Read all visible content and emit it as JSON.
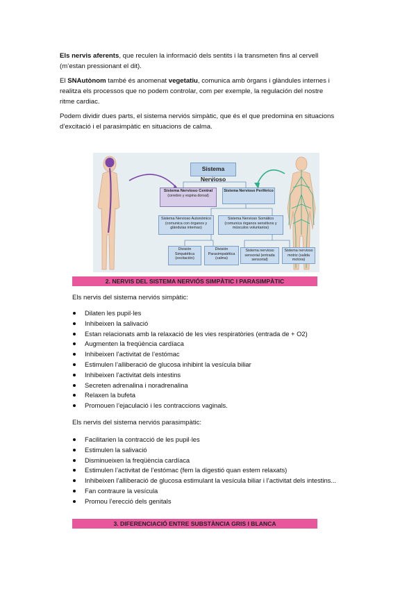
{
  "paragraphs": {
    "aferents_bold": "Els nervis aferents",
    "aferents_rest_line1": ", que reculen la informació dels sentits i la transmeten fins al cervell",
    "aferents_line2": "(m’estan pressionant el dit).",
    "sna_prefix": "El ",
    "sna_bold": "SNAutònom",
    "sna_mid": " també és anomenat ",
    "sna_bold2": "vegetatiu",
    "sna_line1_rest": ", comunica amb òrgans i glàndules internes i",
    "sna_line2": "realitza els processos que no podem controlar, com per exemple, la regulación del nostre",
    "sna_line3": "ritme cardiac.",
    "parts_line1": "Podem dividir dues parts, el sistema nerviós simpàtic, que és el que predomina en situacions",
    "parts_line2": "d’excitació i el parasimpàtic en situacions de calma."
  },
  "diagram": {
    "root": "Sistema Nervioso",
    "central_title": "Sistema Nervioso Central",
    "central_sub": "(cerebro y espina dorsal)",
    "peripheral_title": "Sistema Nervioso Periférico",
    "autonomo": "Sistema Nervioso Autonómico (comunica con órganos y glándulas internas)",
    "somatico": "Sistema Nervioso Somático (comunica órganos sensitivos y músculos voluntarios)",
    "simpatica": "División Simpatética (excitación)",
    "parasimpatica": "División Parasimpatética (calma)",
    "sensorial": "Sistema nervioso sensorial (entrada sensorial)",
    "motriz": "Sistema nervioso motriz (salida motora)"
  },
  "section2": {
    "heading": "2.    NERVIS DEL SISTEMA NERVIÓS SIMPÀTIC I PARASIMPÀTIC",
    "simpatic_intro": "Els nervis del sistema nerviós simpàtic:",
    "simpatic_items": [
      "Dilaten les pupil·les",
      "Inhibeixen la salivació",
      "Estan relacionats amb la relaxació de les vies respiratòries (entrada de + O2)",
      "Augmenten la freqüència cardíaca",
      "Inhibeixen l’activitat de l’estómac",
      "Estimulen l’alliberació de glucosa inhibint la vesícula biliar",
      "Inhibeixen l’activitat dels intestins",
      "Secreten adrenalina i noradrenalina",
      "Relaxen la bufeta",
      "Promouen l’ejaculació i les contraccions vaginals."
    ],
    "parasimpatic_intro": "Els nervis del sistema nerviós parasimpàtic:",
    "parasimpatic_items": [
      "Facilitarien la contracció de les pupil·les",
      "Estimulen la salivació",
      "Disminueixen la freqüència cardíaca",
      "Estimulen l’activitat de l’estómac (fem la digestió quan estem relaxats)",
      "Inhibeixen l’alliberació de glucosa estimulant la vesícula biliar i l’activitat dels intestins...",
      "Fan contraure la vesícula",
      "Promou l’erecció dels genitals"
    ]
  },
  "section3": {
    "heading": "3.    DIFERENCIACIÓ ENTRE SUBSTÀNCIA GRIS I BLANCA"
  },
  "colors": {
    "heading_bg": "#e8569c",
    "diagram_bg": "#e6eef2",
    "box_blue": "#c9dcef",
    "box_lilac": "#d8cde8"
  }
}
